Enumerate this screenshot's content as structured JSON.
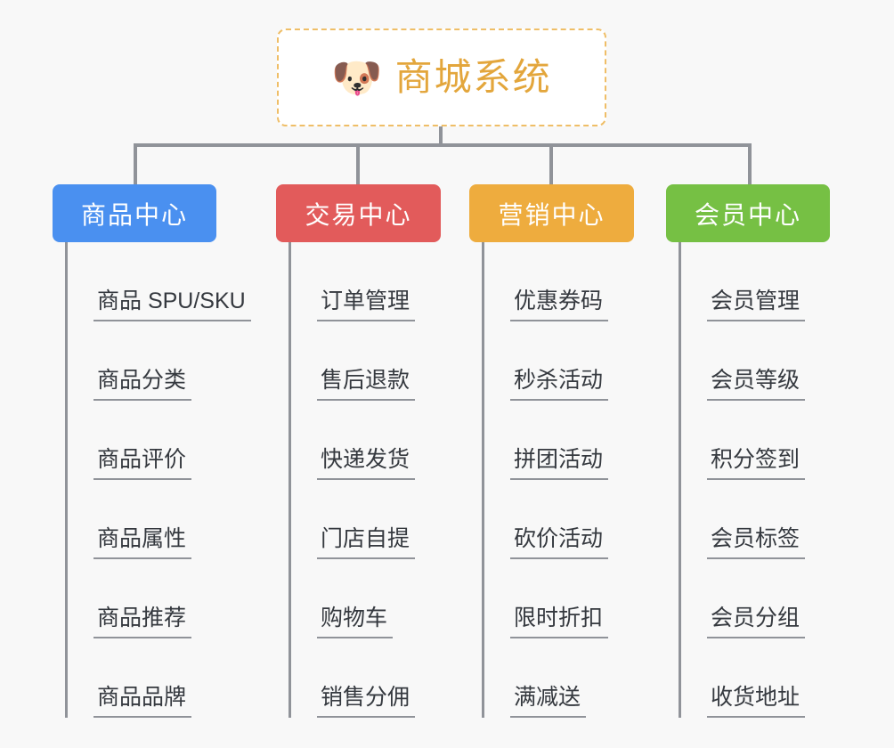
{
  "background_color": "#f8f8f8",
  "root": {
    "icon": "dog-face-emoji",
    "emoji": "🐶",
    "title": "商城系统",
    "title_color": "#e3a63c",
    "border_color": "#efbe67",
    "background_color": "#ffffff"
  },
  "connector_color": "#909399",
  "columns": [
    {
      "id": "product-center",
      "label": "商品中心",
      "color": "#4a90f0",
      "items": [
        {
          "label": "商品 SPU/SKU"
        },
        {
          "label": "商品分类"
        },
        {
          "label": "商品评价"
        },
        {
          "label": "商品属性"
        },
        {
          "label": "商品推荐"
        },
        {
          "label": "商品品牌"
        }
      ]
    },
    {
      "id": "trade-center",
      "label": "交易中心",
      "color": "#e25b5b",
      "items": [
        {
          "label": "订单管理"
        },
        {
          "label": "售后退款"
        },
        {
          "label": "快递发货"
        },
        {
          "label": "门店自提"
        },
        {
          "label": "购物车"
        },
        {
          "label": "销售分佣"
        }
      ]
    },
    {
      "id": "marketing-center",
      "label": "营销中心",
      "color": "#eeac3e",
      "items": [
        {
          "label": "优惠券码"
        },
        {
          "label": "秒杀活动"
        },
        {
          "label": "拼团活动"
        },
        {
          "label": "砍价活动"
        },
        {
          "label": "限时折扣"
        },
        {
          "label": "满减送"
        }
      ]
    },
    {
      "id": "member-center",
      "label": "会员中心",
      "color": "#76c044",
      "items": [
        {
          "label": "会员管理"
        },
        {
          "label": "会员等级"
        },
        {
          "label": "积分签到"
        },
        {
          "label": "会员标签"
        },
        {
          "label": "会员分组"
        },
        {
          "label": "收货地址"
        }
      ]
    }
  ]
}
